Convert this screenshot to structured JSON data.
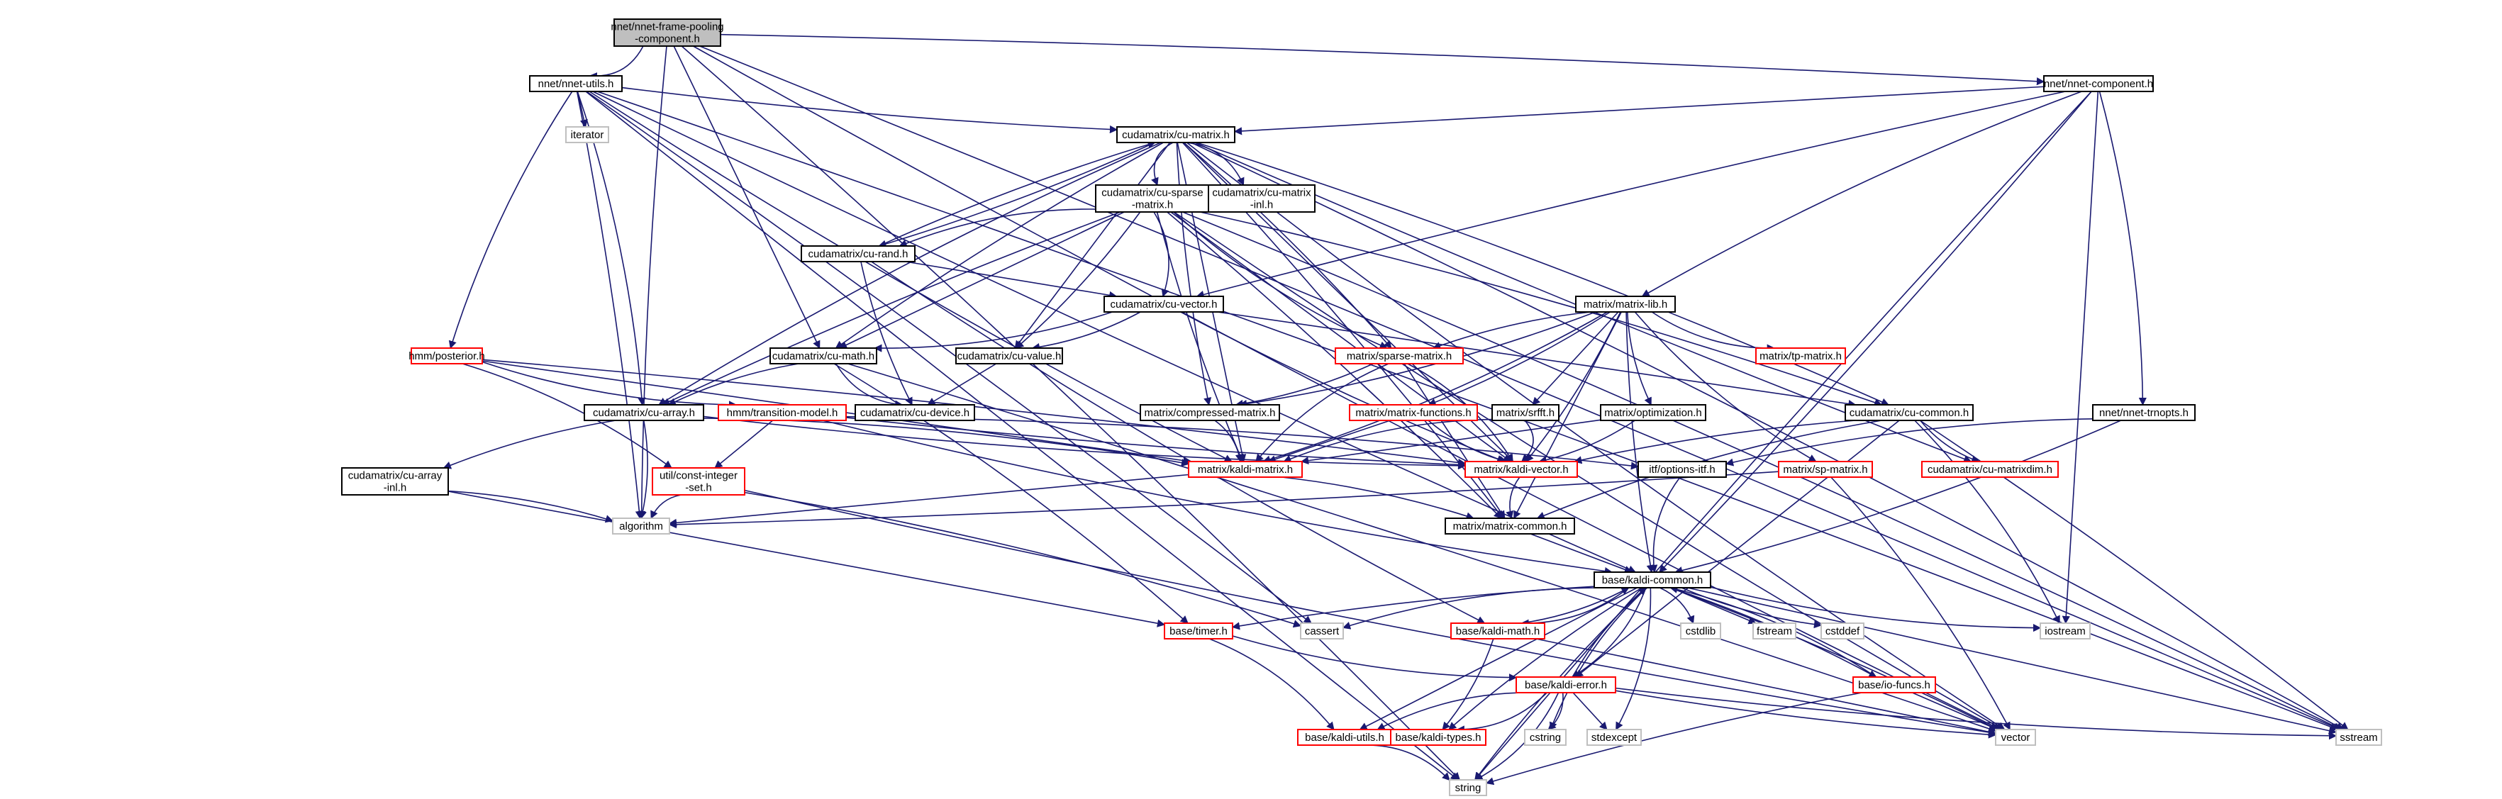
{
  "graph": {
    "title": "nnet/nnet-frame-pooling-component.h",
    "colors": {
      "root_fill": "#bfbfbf",
      "normal_border": "#000000",
      "missing_border": "#ff0000",
      "external_border": "#bfbfbf",
      "edge": "#191970",
      "text": "#000000"
    },
    "nodes": [
      {
        "id": "root",
        "label": [
          "nnet/nnet-frame-pooling",
          "-component.h"
        ],
        "kind": "root"
      },
      {
        "id": "nnet_utils",
        "label": [
          "nnet/nnet-utils.h"
        ],
        "kind": "normal"
      },
      {
        "id": "nnet_component",
        "label": [
          "nnet/nnet-component.h"
        ],
        "kind": "normal"
      },
      {
        "id": "iterator",
        "label": [
          "iterator"
        ],
        "kind": "external"
      },
      {
        "id": "cu_matrix",
        "label": [
          "cudamatrix/cu-matrix.h"
        ],
        "kind": "normal"
      },
      {
        "id": "cu_sparse",
        "label": [
          "cudamatrix/cu-sparse",
          "-matrix.h"
        ],
        "kind": "normal"
      },
      {
        "id": "cu_matrix_inl",
        "label": [
          "cudamatrix/cu-matrix",
          "-inl.h"
        ],
        "kind": "normal"
      },
      {
        "id": "cu_rand",
        "label": [
          "cudamatrix/cu-rand.h"
        ],
        "kind": "normal"
      },
      {
        "id": "cu_vector",
        "label": [
          "cudamatrix/cu-vector.h"
        ],
        "kind": "normal"
      },
      {
        "id": "hmm_posterior",
        "label": [
          "hmm/posterior.h"
        ],
        "kind": "missing"
      },
      {
        "id": "cu_math",
        "label": [
          "cudamatrix/cu-math.h"
        ],
        "kind": "normal"
      },
      {
        "id": "cu_value",
        "label": [
          "cudamatrix/cu-value.h"
        ],
        "kind": "normal"
      },
      {
        "id": "matrix_lib",
        "label": [
          "matrix/matrix-lib.h"
        ],
        "kind": "normal"
      },
      {
        "id": "matrix_sparse",
        "label": [
          "matrix/sparse-matrix.h"
        ],
        "kind": "missing"
      },
      {
        "id": "matrix_tp",
        "label": [
          "matrix/tp-matrix.h"
        ],
        "kind": "missing"
      },
      {
        "id": "cu_array",
        "label": [
          "cudamatrix/cu-array.h"
        ],
        "kind": "normal"
      },
      {
        "id": "cu_device",
        "label": [
          "cudamatrix/cu-device.h"
        ],
        "kind": "normal"
      },
      {
        "id": "hmm_transition",
        "label": [
          "hmm/transition-model.h"
        ],
        "kind": "missing"
      },
      {
        "id": "matrix_compressed",
        "label": [
          "matrix/compressed-matrix.h"
        ],
        "kind": "normal"
      },
      {
        "id": "matrix_functions",
        "label": [
          "matrix/matrix-functions.h"
        ],
        "kind": "missing"
      },
      {
        "id": "matrix_srfft",
        "label": [
          "matrix/srfft.h"
        ],
        "kind": "normal"
      },
      {
        "id": "matrix_optimization",
        "label": [
          "matrix/optimization.h"
        ],
        "kind": "normal"
      },
      {
        "id": "cu_common",
        "label": [
          "cudamatrix/cu-common.h"
        ],
        "kind": "normal"
      },
      {
        "id": "nnet_trnopts",
        "label": [
          "nnet/nnet-trnopts.h"
        ],
        "kind": "normal"
      },
      {
        "id": "cu_array_inl",
        "label": [
          "cudamatrix/cu-array",
          "-inl.h"
        ],
        "kind": "normal"
      },
      {
        "id": "util_const",
        "label": [
          "util/const-integer",
          "-set.h"
        ],
        "kind": "missing"
      },
      {
        "id": "kaldi_matrix",
        "label": [
          "matrix/kaldi-matrix.h"
        ],
        "kind": "missing"
      },
      {
        "id": "kaldi_vector",
        "label": [
          "matrix/kaldi-vector.h"
        ],
        "kind": "missing"
      },
      {
        "id": "itf_options",
        "label": [
          "itf/options-itf.h"
        ],
        "kind": "normal"
      },
      {
        "id": "cu_matrixdim",
        "label": [
          "cudamatrix/cu-matrixdim.h"
        ],
        "kind": "missing"
      },
      {
        "id": "matrix_sp",
        "label": [
          "matrix/sp-matrix.h"
        ],
        "kind": "missing"
      },
      {
        "id": "algorithm",
        "label": [
          "algorithm"
        ],
        "kind": "external"
      },
      {
        "id": "matrix_common",
        "label": [
          "matrix/matrix-common.h"
        ],
        "kind": "normal"
      },
      {
        "id": "kaldi_common",
        "label": [
          "base/kaldi-common.h"
        ],
        "kind": "normal"
      },
      {
        "id": "base_timer",
        "label": [
          "base/timer.h"
        ],
        "kind": "missing"
      },
      {
        "id": "cassert",
        "label": [
          "cassert"
        ],
        "kind": "external"
      },
      {
        "id": "kaldi_math",
        "label": [
          "base/kaldi-math.h"
        ],
        "kind": "missing"
      },
      {
        "id": "cstdlib",
        "label": [
          "cstdlib"
        ],
        "kind": "external"
      },
      {
        "id": "fstream",
        "label": [
          "fstream"
        ],
        "kind": "external"
      },
      {
        "id": "cstddef",
        "label": [
          "cstddef"
        ],
        "kind": "external"
      },
      {
        "id": "iostream",
        "label": [
          "iostream"
        ],
        "kind": "external"
      },
      {
        "id": "kaldi_error",
        "label": [
          "base/kaldi-error.h"
        ],
        "kind": "missing"
      },
      {
        "id": "io_funcs",
        "label": [
          "base/io-funcs.h"
        ],
        "kind": "missing"
      },
      {
        "id": "kaldi_utils",
        "label": [
          "base/kaldi-utils.h"
        ],
        "kind": "missing"
      },
      {
        "id": "kaldi_types",
        "label": [
          "base/kaldi-types.h"
        ],
        "kind": "missing"
      },
      {
        "id": "cstring",
        "label": [
          "cstring"
        ],
        "kind": "external"
      },
      {
        "id": "stdexcept",
        "label": [
          "stdexcept"
        ],
        "kind": "external"
      },
      {
        "id": "vector",
        "label": [
          "vector"
        ],
        "kind": "external"
      },
      {
        "id": "sstream",
        "label": [
          "sstream"
        ],
        "kind": "external"
      },
      {
        "id": "string",
        "label": [
          "string"
        ],
        "kind": "external"
      }
    ],
    "edges": [
      [
        "root",
        "nnet_utils"
      ],
      [
        "root",
        "nnet_component"
      ],
      [
        "root",
        "cu_math"
      ],
      [
        "root",
        "algorithm"
      ],
      [
        "root",
        "vector"
      ],
      [
        "root",
        "string"
      ],
      [
        "root",
        "sstream"
      ],
      [
        "nnet_utils",
        "iterator"
      ],
      [
        "nnet_utils",
        "cu_matrix"
      ],
      [
        "nnet_utils",
        "hmm_posterior"
      ],
      [
        "nnet_utils",
        "cu_array"
      ],
      [
        "nnet_utils",
        "algorithm"
      ],
      [
        "nnet_utils",
        "string"
      ],
      [
        "nnet_utils",
        "kaldi_common"
      ],
      [
        "nnet_utils",
        "kaldi_matrix"
      ],
      [
        "nnet_utils",
        "sstream"
      ],
      [
        "nnet_utils",
        "cassert"
      ],
      [
        "nnet_component",
        "cu_matrix"
      ],
      [
        "nnet_component",
        "cu_vector"
      ],
      [
        "nnet_component",
        "matrix_lib"
      ],
      [
        "nnet_component",
        "nnet_trnopts"
      ],
      [
        "nnet_component",
        "kaldi_common"
      ],
      [
        "nnet_component",
        "iostream"
      ],
      [
        "nnet_component",
        "string"
      ],
      [
        "cu_matrix",
        "cu_sparse"
      ],
      [
        "cu_matrix",
        "cu_matrix_inl"
      ],
      [
        "cu_matrix",
        "cu_rand"
      ],
      [
        "cu_matrix",
        "cu_value"
      ],
      [
        "cu_matrix",
        "cu_math"
      ],
      [
        "cu_matrix",
        "cu_array"
      ],
      [
        "cu_matrix",
        "cu_common"
      ],
      [
        "cu_matrix",
        "matrix_common"
      ],
      [
        "cu_matrix",
        "kaldi_matrix"
      ],
      [
        "cu_matrix",
        "cu_matrixdim"
      ],
      [
        "cu_matrix",
        "vector"
      ],
      [
        "cu_matrix",
        "sstream"
      ],
      [
        "cu_matrix",
        "matrix_sparse"
      ],
      [
        "cu_matrix",
        "kaldi_vector"
      ],
      [
        "cu_matrix",
        "matrix_compressed"
      ],
      [
        "cu_sparse",
        "cu_rand"
      ],
      [
        "cu_sparse",
        "cu_vector"
      ],
      [
        "cu_sparse",
        "cu_value"
      ],
      [
        "cu_sparse",
        "cu_math"
      ],
      [
        "cu_sparse",
        "cu_array"
      ],
      [
        "cu_sparse",
        "matrix_sparse"
      ],
      [
        "cu_sparse",
        "cu_common"
      ],
      [
        "cu_sparse",
        "matrix_common"
      ],
      [
        "cu_sparse",
        "kaldi_vector"
      ],
      [
        "cu_sparse",
        "kaldi_matrix"
      ],
      [
        "cu_sparse",
        "vector"
      ],
      [
        "cu_sparse",
        "sstream"
      ],
      [
        "cu_rand",
        "cu_matrix"
      ],
      [
        "cu_rand",
        "cu_vector"
      ],
      [
        "cu_rand",
        "cu_device"
      ],
      [
        "cu_rand",
        "kaldi_math"
      ],
      [
        "cu_vector",
        "cu_math"
      ],
      [
        "cu_vector",
        "cu_value"
      ],
      [
        "cu_vector",
        "cu_common"
      ],
      [
        "cu_vector",
        "kaldi_vector"
      ],
      [
        "hmm_posterior",
        "hmm_transition"
      ],
      [
        "hmm_posterior",
        "util_const"
      ],
      [
        "hmm_posterior",
        "kaldi_vector"
      ],
      [
        "hmm_posterior",
        "kaldi_matrix"
      ],
      [
        "cu_math",
        "cu_array"
      ],
      [
        "cu_math",
        "cu_device"
      ],
      [
        "cu_math",
        "base_timer"
      ],
      [
        "cu_math",
        "vector"
      ],
      [
        "cu_value",
        "cu_device"
      ],
      [
        "matrix_lib",
        "matrix_sparse"
      ],
      [
        "matrix_lib",
        "matrix_tp"
      ],
      [
        "matrix_lib",
        "matrix_compressed"
      ],
      [
        "matrix_lib",
        "matrix_functions"
      ],
      [
        "matrix_lib",
        "matrix_srfft"
      ],
      [
        "matrix_lib",
        "matrix_optimization"
      ],
      [
        "matrix_lib",
        "matrix_sp"
      ],
      [
        "matrix_lib",
        "kaldi_matrix"
      ],
      [
        "matrix_lib",
        "kaldi_vector"
      ],
      [
        "matrix_lib",
        "matrix_common"
      ],
      [
        "matrix_lib",
        "kaldi_common"
      ],
      [
        "matrix_sparse",
        "kaldi_matrix"
      ],
      [
        "matrix_sparse",
        "kaldi_vector"
      ],
      [
        "matrix_sparse",
        "matrix_compressed"
      ],
      [
        "matrix_sparse",
        "matrix_common"
      ],
      [
        "cu_array",
        "cu_array_inl"
      ],
      [
        "cu_array",
        "kaldi_vector"
      ],
      [
        "cu_array",
        "kaldi_matrix"
      ],
      [
        "cu_array",
        "algorithm"
      ],
      [
        "hmm_transition",
        "util_const"
      ],
      [
        "hmm_transition",
        "kaldi_vector"
      ],
      [
        "hmm_transition",
        "kaldi_common"
      ],
      [
        "hmm_transition",
        "itf_options"
      ],
      [
        "matrix_compressed",
        "kaldi_matrix"
      ],
      [
        "matrix_functions",
        "kaldi_matrix"
      ],
      [
        "matrix_functions",
        "kaldi_vector"
      ],
      [
        "matrix_srfft",
        "kaldi_matrix"
      ],
      [
        "matrix_srfft",
        "kaldi_vector"
      ],
      [
        "matrix_optimization",
        "kaldi_vector"
      ],
      [
        "matrix_optimization",
        "kaldi_matrix"
      ],
      [
        "cu_common",
        "cu_matrixdim"
      ],
      [
        "cu_common",
        "matrix_common"
      ],
      [
        "cu_common",
        "iostream"
      ],
      [
        "cu_common",
        "sstream"
      ],
      [
        "cu_common",
        "kaldi_error"
      ],
      [
        "cu_common",
        "kaldi_vector"
      ],
      [
        "nnet_trnopts",
        "itf_options"
      ],
      [
        "nnet_trnopts",
        "kaldi_common"
      ],
      [
        "cu_array_inl",
        "algorithm"
      ],
      [
        "cu_array_inl",
        "base_timer"
      ],
      [
        "util_const",
        "algorithm"
      ],
      [
        "util_const",
        "vector"
      ],
      [
        "util_const",
        "cassert"
      ],
      [
        "kaldi_matrix",
        "matrix_common"
      ],
      [
        "kaldi_matrix",
        "algorithm"
      ],
      [
        "kaldi_vector",
        "matrix_common"
      ],
      [
        "itf_options",
        "kaldi_common"
      ],
      [
        "matrix_sp",
        "vector"
      ],
      [
        "matrix_sp",
        "algorithm"
      ],
      [
        "matrix_common",
        "kaldi_common"
      ],
      [
        "kaldi_common",
        "base_timer"
      ],
      [
        "kaldi_common",
        "cassert"
      ],
      [
        "kaldi_common",
        "kaldi_math"
      ],
      [
        "kaldi_common",
        "cstdlib"
      ],
      [
        "kaldi_common",
        "fstream"
      ],
      [
        "kaldi_common",
        "cstddef"
      ],
      [
        "kaldi_common",
        "iostream"
      ],
      [
        "kaldi_common",
        "kaldi_error"
      ],
      [
        "kaldi_common",
        "io_funcs"
      ],
      [
        "kaldi_common",
        "kaldi_utils"
      ],
      [
        "kaldi_common",
        "kaldi_types"
      ],
      [
        "kaldi_common",
        "cstring"
      ],
      [
        "kaldi_common",
        "stdexcept"
      ],
      [
        "kaldi_common",
        "vector"
      ],
      [
        "kaldi_common",
        "sstream"
      ],
      [
        "kaldi_common",
        "string"
      ],
      [
        "base_timer",
        "kaldi_error"
      ],
      [
        "base_timer",
        "kaldi_utils"
      ],
      [
        "kaldi_math",
        "kaldi_types"
      ],
      [
        "kaldi_math",
        "vector"
      ],
      [
        "kaldi_math",
        "kaldi_common"
      ],
      [
        "kaldi_error",
        "kaldi_utils"
      ],
      [
        "kaldi_error",
        "kaldi_types"
      ],
      [
        "kaldi_error",
        "cstring"
      ],
      [
        "kaldi_error",
        "stdexcept"
      ],
      [
        "kaldi_error",
        "vector"
      ],
      [
        "kaldi_error",
        "sstream"
      ],
      [
        "kaldi_error",
        "string"
      ],
      [
        "kaldi_error",
        "kaldi_common"
      ],
      [
        "io_funcs",
        "vector"
      ],
      [
        "io_funcs",
        "string"
      ],
      [
        "io_funcs",
        "kaldi_common"
      ],
      [
        "kaldi_utils",
        "string"
      ]
    ]
  }
}
